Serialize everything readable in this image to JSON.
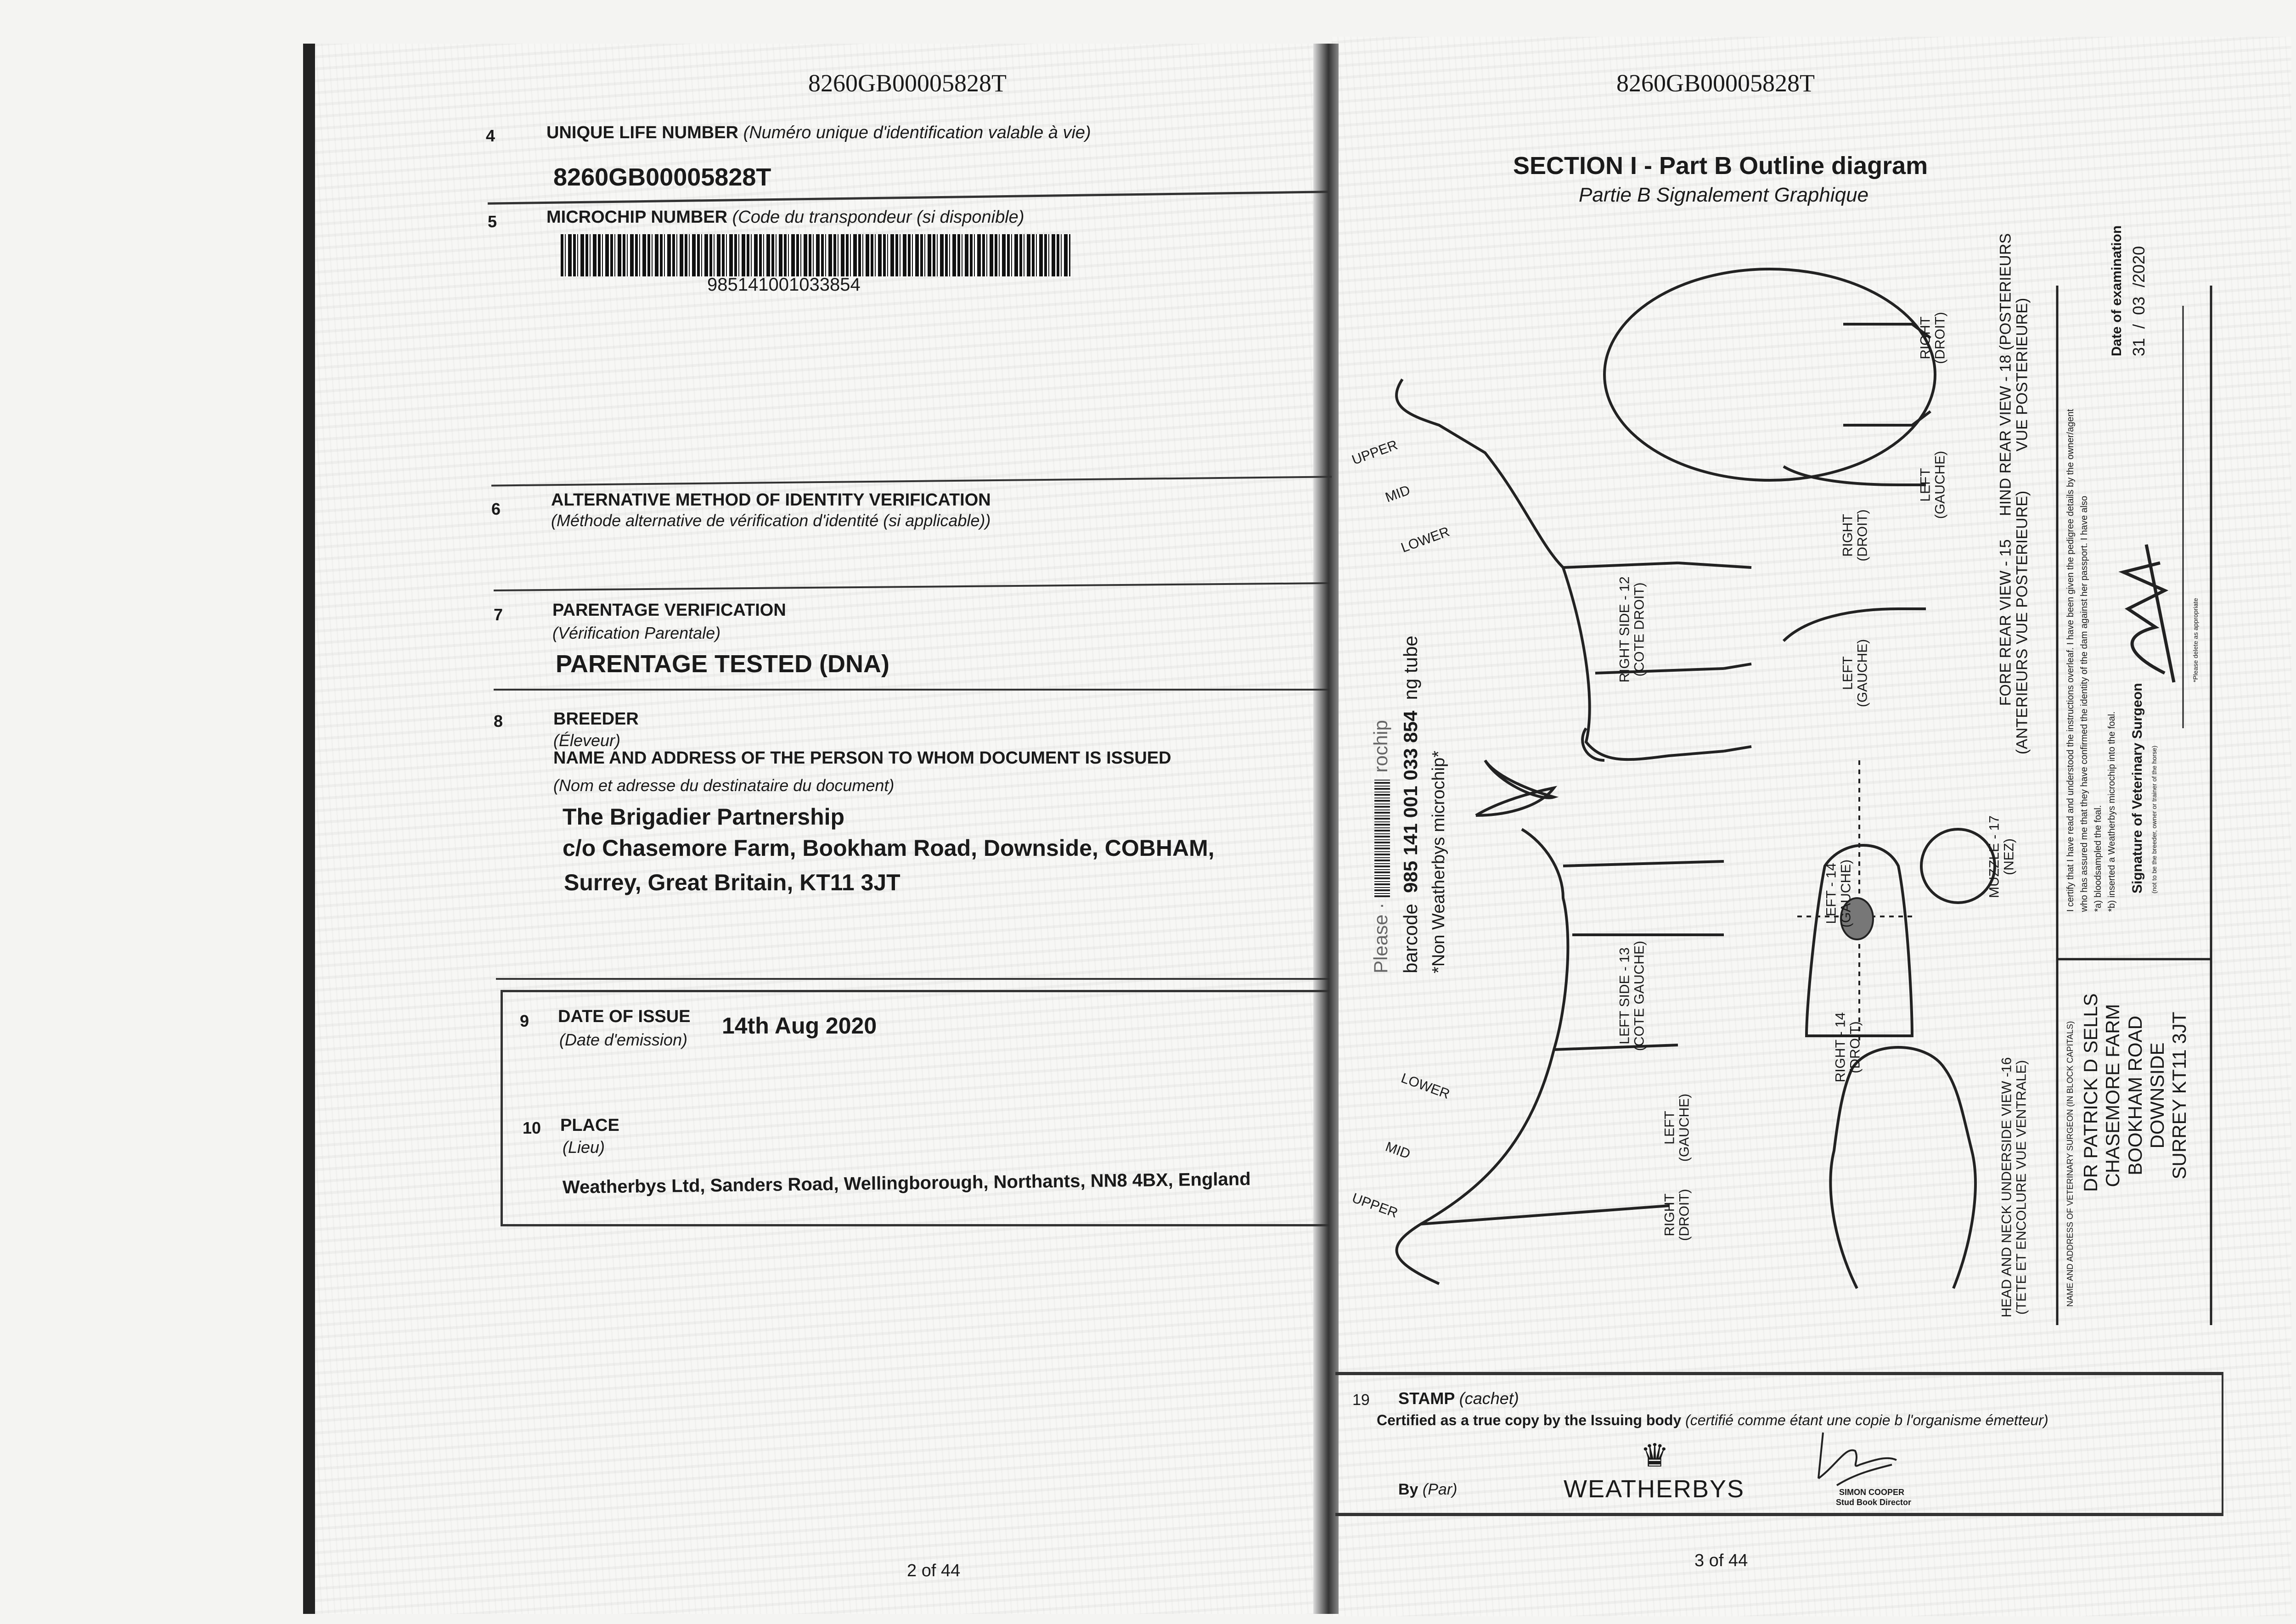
{
  "left_page": {
    "header_id": "8260GB00005828T",
    "unique_life_number": {
      "num": "4",
      "label": "UNIQUE LIFE NUMBER",
      "label_fr": "(Numéro unique d'identification valable à vie)",
      "value": "8260GB00005828T"
    },
    "microchip": {
      "num": "5",
      "label": "MICROCHIP NUMBER",
      "label_fr": "(Code du transpondeur (si disponible)",
      "value": "985141001033854"
    },
    "alt_method": {
      "num": "6",
      "label": "ALTERNATIVE METHOD OF IDENTITY VERIFICATION",
      "label_fr": "(Méthode alternative de vérification d'identité (si applicable))"
    },
    "parentage": {
      "num": "7",
      "label": "PARENTAGE VERIFICATION",
      "label_fr": "(Vérification Parentale)",
      "value": "PARENTAGE TESTED (DNA)"
    },
    "breeder": {
      "num": "8",
      "label": "BREEDER",
      "label_fr": "(Éleveur)",
      "name_label": "NAME AND ADDRESS OF THE PERSON TO WHOM DOCUMENT IS ISSUED",
      "name_label_fr": "(Nom et adresse du destinataire du document)",
      "lines": [
        "The Brigadier Partnership",
        "c/o Chasemore Farm, Bookham Road, Downside, COBHAM,",
        "Surrey, Great Britain, KT11 3JT"
      ]
    },
    "date_of_issue": {
      "num": "9",
      "label": "DATE OF ISSUE",
      "label_fr": "(Date d'emission)",
      "value": "14th Aug 2020"
    },
    "place": {
      "num": "10",
      "label": "PLACE",
      "label_fr": "(Lieu)",
      "value": "Weatherbys Ltd, Sanders Road, Wellingborough, Northants, NN8 4BX, England"
    },
    "page_number": "2 of 44"
  },
  "right_page": {
    "header_id": "8260GB00005828T",
    "title": "SECTION I - Part B Outline diagram",
    "subtitle": "Partie B Signalement Graphique",
    "sticker": {
      "line1_a": "Please ·",
      "line1_b": "rochip",
      "line2_a": "barcode",
      "line2_num": "985 141 001 033 854",
      "line2_b": "ng tube",
      "line3": "*Non Weatherbys microchip*"
    },
    "diagram_labels": {
      "right_side": [
        "RIGHT SIDE - 12",
        "(COTE DROIT)"
      ],
      "left_side": [
        "LEFT SIDE - 13",
        "(COTE GAUCHE)"
      ],
      "left14": [
        "LEFT - 14",
        "(GAUCHE)"
      ],
      "right14": [
        "RIGHT - 14",
        "(DROIT)"
      ],
      "muzzle": [
        "MUZZLE - 17",
        "(NEZ)"
      ],
      "fore_left": [
        "LEFT",
        "(GAUCHE)"
      ],
      "fore_right": [
        "RIGHT",
        "(DROIT)"
      ],
      "fore_view": [
        "FORE REAR VIEW - 15",
        "(ANTERIEURS VUE POSTERIEURE)"
      ],
      "hind_left": [
        "LEFT",
        "(GAUCHE)"
      ],
      "hind_right": [
        "RIGHT",
        "(DROIT)"
      ],
      "hind_view": [
        "HIND REAR VIEW - 18 (POSTERIEURS",
        "VUE POSTERIEURE)"
      ],
      "head_left": [
        "LEFT",
        "(GAUCHE)"
      ],
      "head_right": [
        "RIGHT",
        "(DROIT)"
      ],
      "head_view": [
        "HEAD AND NECK UNDERSIDE VIEW -16",
        "(TETE ET ENCOLURE VUE VENTRALE)"
      ],
      "upper": "UPPER",
      "mid": "MID",
      "lower": "LOWER"
    },
    "certification": {
      "lines": [
        "I certify that I have read and understood the instructions overleaf. I have been given the pedigree details by the owner/agent",
        "who has assured me that they have confirmed the identity of the dam against her passport. I have also",
        "*a) bloodsampled the foal.",
        "*b) inserted a Weatherbys microchip into the foal."
      ],
      "signature_label": "Signature of Veterinary Surgeon",
      "signature_note": "(not to be the breeder, owner or trainer of the horse)",
      "delete_note": "*Please delete as appropriate",
      "date_label": "Date of examination",
      "date_value": "31  /  03  /2020"
    },
    "vet": {
      "label": "NAME AND ADDRESS OF VETERINARY SURGEON (IN BLOCK CAPITALS)",
      "lines": [
        "DR PATRICK D SELLS",
        "CHASEMORE FARM",
        "BOOKHAM ROAD",
        "DOWNSIDE",
        "SURREY KT11 3JT"
      ]
    },
    "stamp": {
      "num": "19",
      "label": "STAMP",
      "label_fr": "(cachet)",
      "certified": "Certified as a true copy by the Issuing body",
      "certified_fr": "(certifié comme étant une copie b l'organisme émetteur)",
      "by": "By",
      "by_fr": "(Par)",
      "logo": "WEATHERBYS",
      "signatory": "SIMON COOPER",
      "signatory_title": "Stud Book Director"
    },
    "page_number": "3 of 44"
  }
}
